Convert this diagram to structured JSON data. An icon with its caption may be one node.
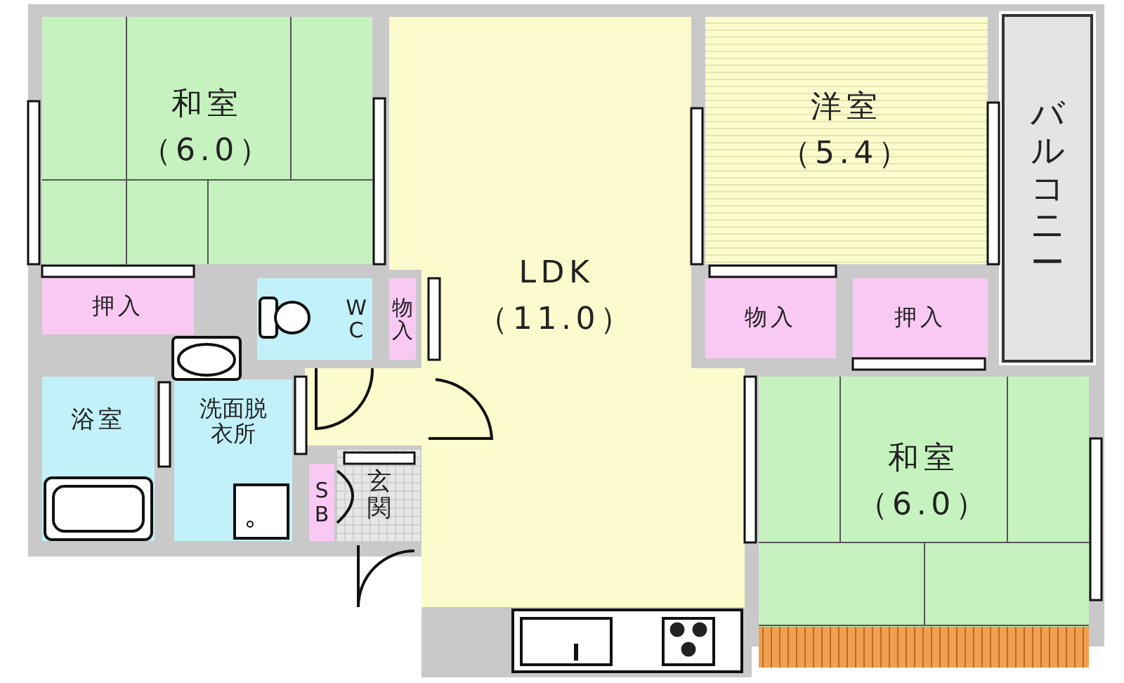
{
  "diagram": {
    "nodes": [
      {
        "text": [
          "和室",
          "（6.0）"
        ]
      },
      {
        "text": [
          "押入"
        ]
      },
      {
        "text": [
          "WC"
        ]
      },
      {
        "text": [
          "物入"
        ]
      },
      {
        "text": [
          "LDK",
          "（11.0）"
        ]
      },
      {
        "text": [
          "洋室",
          "（5.4）"
        ]
      },
      {
        "text": [
          "物入"
        ]
      },
      {
        "text": [
          "押入"
        ]
      },
      {
        "text": [
          "バルコニー"
        ]
      },
      {
        "text": [
          "浴室"
        ]
      },
      {
        "text": [
          "洗面脱衣所"
        ]
      },
      {
        "text": [
          "SB"
        ]
      },
      {
        "text": [
          "玄関"
        ]
      },
      {
        "text": [
          "和室",
          "（6.0）"
        ]
      }
    ]
  }
}
